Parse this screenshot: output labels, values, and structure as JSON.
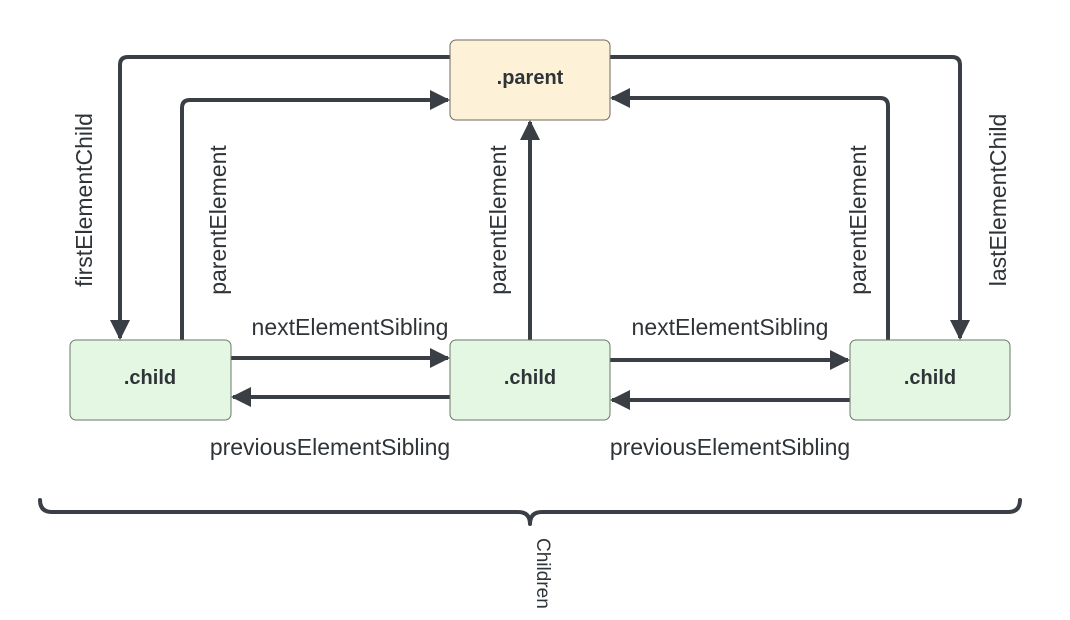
{
  "colors": {
    "edge": "#3a3f46",
    "parent_fill": "#fdf1d8",
    "parent_stroke": "#6f6a5c",
    "child_fill": "#e4f7e2",
    "child_stroke": "#6a7a68",
    "text": "#2f3438"
  },
  "nodes": {
    "parent": ".parent",
    "child_left": ".child",
    "child_middle": ".child",
    "child_right": ".child"
  },
  "edges": {
    "first_element_child": "firstElementChild",
    "last_element_child": "lastElementChild",
    "parent_element_left": "parentElement",
    "parent_element_middle": "parentElement",
    "parent_element_right": "parentElement",
    "next_sibling_left": "nextElementSibling",
    "next_sibling_right": "nextElementSibling",
    "previous_sibling_left": "previousElementSibling",
    "previous_sibling_right": "previousElementSibling"
  },
  "group": {
    "label": "Children"
  }
}
